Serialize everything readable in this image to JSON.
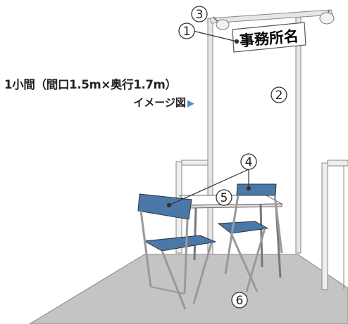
{
  "caption": {
    "main": "1小間（間口1.5m×奥行1.7m）",
    "sub": "イメージ図"
  },
  "sign": {
    "text": "事務所名"
  },
  "callouts": [
    "①",
    "②",
    "③",
    "④",
    "⑤",
    "⑥"
  ],
  "colors": {
    "chair_seat": "#4a78a8",
    "frame": "#c8c8c8",
    "floor": "#c0c0c0",
    "accent_arrow": "#4d8fcc"
  }
}
